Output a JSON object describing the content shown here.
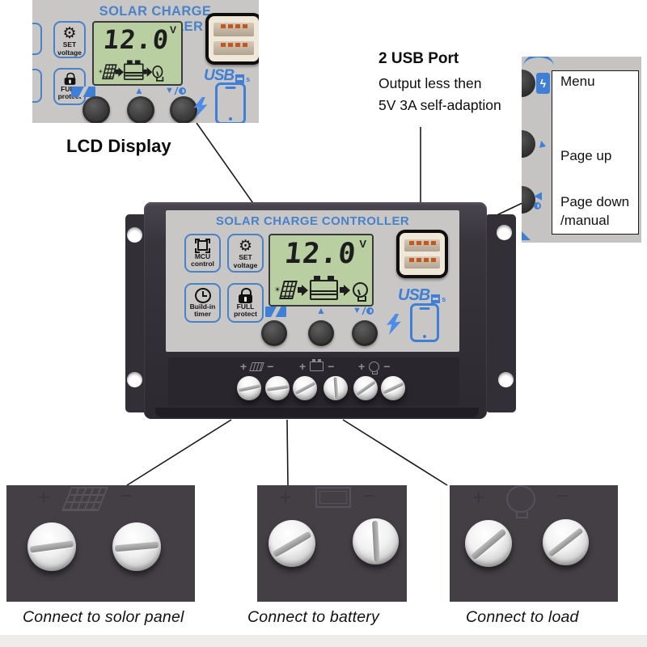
{
  "device": {
    "title": "SOLAR CHARGE CONTROLLER",
    "lcd": {
      "value": "12.0",
      "unit": "V"
    },
    "usb_logo": "USB",
    "usb_logo_suffix": "s",
    "features": [
      {
        "line1": "MCU",
        "line2": "control"
      },
      {
        "line1": "SET",
        "line2": "voltage"
      },
      {
        "line1": "Build-in",
        "line2": "timer"
      },
      {
        "line1": "FULL",
        "line2": "protect"
      }
    ],
    "terminals": {
      "plus": "+",
      "minus": "−",
      "groups": [
        "solar-panel",
        "battery",
        "load"
      ]
    }
  },
  "annotations": {
    "lcd_label": "LCD Display",
    "usb_note": {
      "title": "2 USB Port",
      "line1": "Output less then",
      "line2": "5V 3A self-adaption"
    },
    "button_legend": [
      {
        "label": "Menu"
      },
      {
        "label": "Page up"
      },
      {
        "label": "Page down",
        "label2": "/manual"
      }
    ],
    "connections": [
      {
        "label": "Connect to solor panel"
      },
      {
        "label": "Connect to battery"
      },
      {
        "label": "Connect to load"
      }
    ]
  },
  "icons": {
    "gear": "⚙",
    "sun": "☀",
    "up_triangle": "▲",
    "down_triangle": "▼",
    "left_triangle": "◀",
    "bolt": "ϟ",
    "slash": "/"
  },
  "colors": {
    "accent_blue": "#3f7fd6",
    "title_blue": "#4a82c8",
    "lcd_green": "#b9cfa2",
    "body_dark": "#38343c",
    "face_gray": "#c8c7c5",
    "terminal_panel": "#433f45"
  }
}
